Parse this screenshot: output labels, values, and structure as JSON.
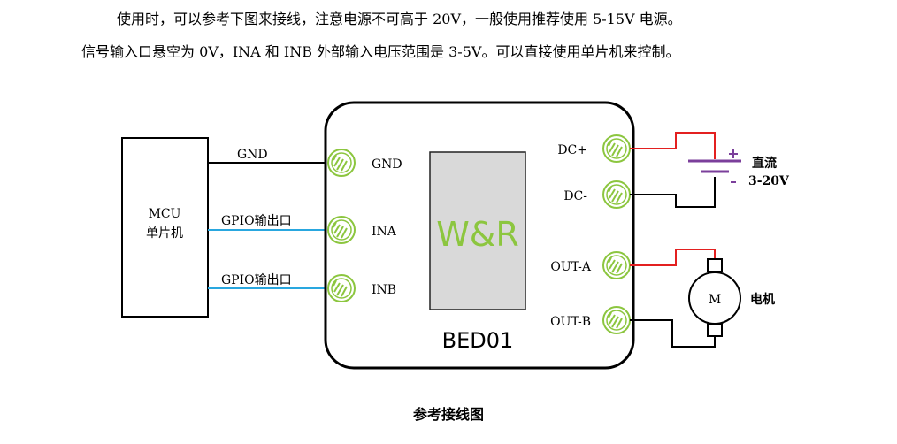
{
  "intro": {
    "line1": "使用时，可以参考下图来接线，注意电源不可高于 20V，一般使用推荐使用 5-15V 电源。",
    "line2": "信号输入口悬空为 0V，INA 和 INB 外部输入电压范围是 3-5V。可以直接使用单片机来控制。"
  },
  "mcu": {
    "line1": "MCU",
    "line2": "单片机"
  },
  "wires": {
    "gnd": "GND",
    "gpio_a": "GPIO输出口",
    "gpio_b": "GPIO输出口"
  },
  "board": {
    "brand": "W&R",
    "model": "BED01",
    "left_terminals": [
      "GND",
      "INA",
      "INB"
    ],
    "right_terminals": [
      "DC+",
      "DC-",
      "OUT-A",
      "OUT-B"
    ]
  },
  "power": {
    "line1": "直流",
    "line2": "3-20V"
  },
  "motor": {
    "symbol": "M",
    "label": "电机"
  },
  "caption": "参考接线图",
  "colors": {
    "wire_red": "#e32020",
    "wire_blue": "#29a7df",
    "wire_black": "#000000",
    "terminal_green": "#8cc63f",
    "power_purple": "#7b3f9b"
  }
}
